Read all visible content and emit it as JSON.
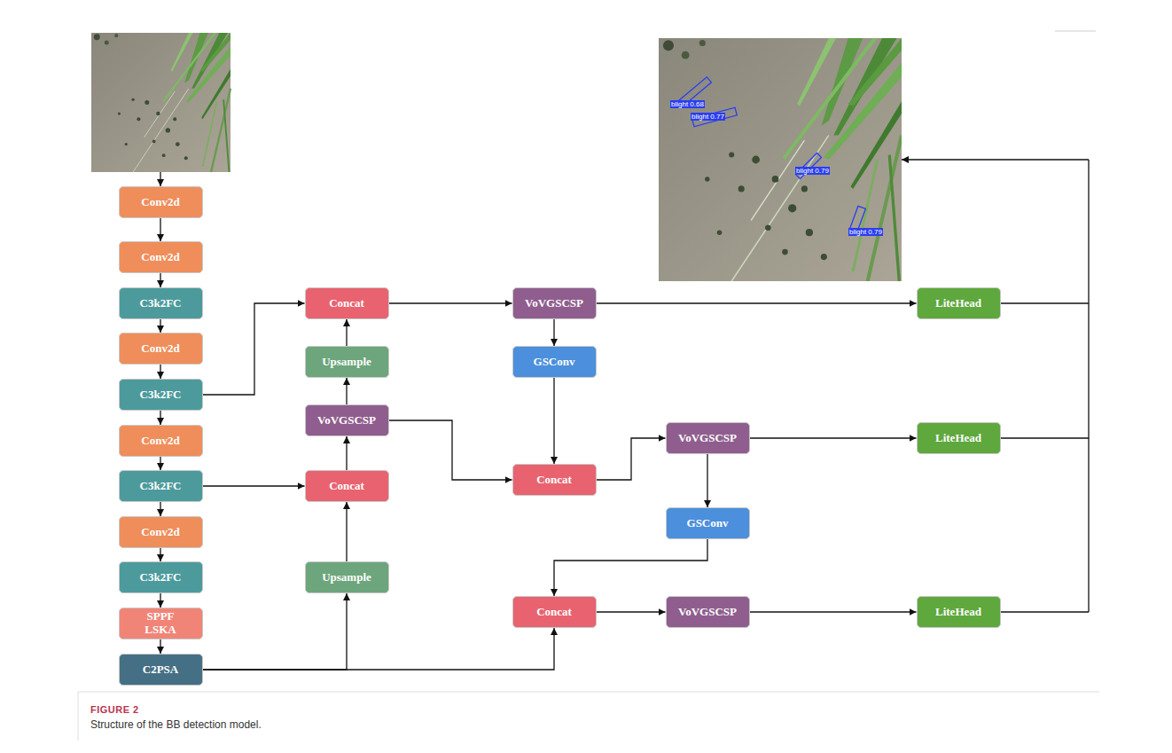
{
  "diagram": {
    "title": "FIGURE 2",
    "caption": "Structure of the BB detection model.",
    "nodes": [
      {
        "text": [
          "Conv2d"
        ]
      },
      {
        "text": [
          "Conv2d"
        ]
      },
      {
        "text": [
          "C3k2FC"
        ]
      },
      {
        "text": [
          "Conv2d"
        ]
      },
      {
        "text": [
          "C3k2FC"
        ]
      },
      {
        "text": [
          "Conv2d"
        ]
      },
      {
        "text": [
          "C3k2FC"
        ]
      },
      {
        "text": [
          "Conv2d"
        ]
      },
      {
        "text": [
          "C3k2FC"
        ]
      },
      {
        "text": [
          "SPPF LSKA"
        ]
      },
      {
        "text": [
          "C2PSA"
        ]
      },
      {
        "text": [
          "Concat"
        ]
      },
      {
        "text": [
          "Upsample"
        ]
      },
      {
        "text": [
          "VoVGSCSP"
        ]
      },
      {
        "text": [
          "Concat"
        ]
      },
      {
        "text": [
          "Upsample"
        ]
      },
      {
        "text": [
          "VoVGSCSP"
        ]
      },
      {
        "text": [
          "GSConv"
        ]
      },
      {
        "text": [
          "Concat"
        ]
      },
      {
        "text": [
          "Concat"
        ]
      },
      {
        "text": [
          "VoVGSCSP"
        ]
      },
      {
        "text": [
          "GSConv"
        ]
      },
      {
        "text": [
          "VoVGSCSP"
        ]
      },
      {
        "text": [
          "LiteHead"
        ]
      },
      {
        "text": [
          "LiteHead"
        ]
      },
      {
        "text": [
          "LiteHead"
        ]
      }
    ],
    "edges": [
      {
        "from": 0,
        "to": 1,
        "arrow": "to"
      },
      {
        "from": 1,
        "to": 2,
        "arrow": "to"
      },
      {
        "from": 2,
        "to": 3,
        "arrow": "to"
      },
      {
        "from": 3,
        "to": 4,
        "arrow": "to"
      },
      {
        "from": 4,
        "to": 5,
        "arrow": "to"
      },
      {
        "from": 5,
        "to": 6,
        "arrow": "to"
      },
      {
        "from": 6,
        "to": 7,
        "arrow": "to"
      },
      {
        "from": 7,
        "to": 8,
        "arrow": "to"
      },
      {
        "from": 8,
        "to": 9,
        "arrow": "to"
      },
      {
        "from": 9,
        "to": 10,
        "arrow": "to"
      },
      {
        "from": 4,
        "to": 11,
        "arrow": "to"
      },
      {
        "from": 6,
        "to": 14,
        "arrow": "to"
      },
      {
        "from": 10,
        "to": 15,
        "arrow": "to"
      },
      {
        "from": 10,
        "to": 19,
        "arrow": "to"
      },
      {
        "from": 15,
        "to": 14,
        "arrow": "to"
      },
      {
        "from": 14,
        "to": 13,
        "arrow": "to"
      },
      {
        "from": 13,
        "to": 12,
        "arrow": "to"
      },
      {
        "from": 12,
        "to": 11,
        "arrow": "to"
      },
      {
        "from": 11,
        "to": 16,
        "arrow": "to"
      },
      {
        "from": 16,
        "to": 17,
        "arrow": "to"
      },
      {
        "from": 17,
        "to": 18,
        "arrow": "to"
      },
      {
        "from": 13,
        "to": 18,
        "arrow": "to"
      },
      {
        "from": 18,
        "to": 20,
        "arrow": "to"
      },
      {
        "from": 20,
        "to": 21,
        "arrow": "to"
      },
      {
        "from": 21,
        "to": 19,
        "arrow": "to"
      },
      {
        "from": 19,
        "to": 22,
        "arrow": "to"
      },
      {
        "from": 16,
        "to": 23,
        "arrow": "to"
      },
      {
        "from": 20,
        "to": 24,
        "arrow": "to"
      },
      {
        "from": 22,
        "to": 25,
        "arrow": "to"
      }
    ],
    "labels": [
      "blight 0.68",
      "blight 0.77",
      "blight 0.79",
      "blight 0.79"
    ]
  }
}
